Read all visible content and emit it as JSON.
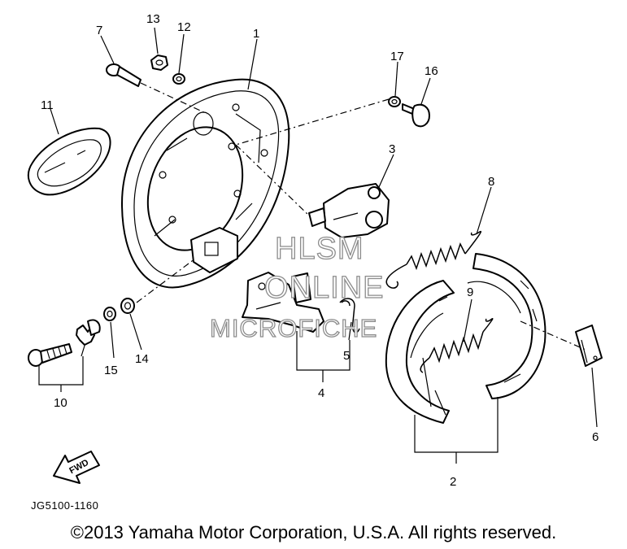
{
  "watermark": {
    "line1": "HLSM",
    "line2": "ONLINE",
    "line3": "MICROFICHE"
  },
  "callouts": {
    "c1": "1",
    "c2": "2",
    "c3": "3",
    "c4": "4",
    "c5": "5",
    "c6": "6",
    "c7": "7",
    "c8": "8",
    "c9": "9",
    "c10": "10",
    "c11": "11",
    "c12": "12",
    "c13": "13",
    "c14": "14",
    "c15": "15",
    "c16": "16",
    "c17": "17"
  },
  "fwd_label": "FWD",
  "diagram_code": "JG5100-1160",
  "copyright": "©2013 Yamaha Motor Corporation, U.S.A. All rights reserved."
}
